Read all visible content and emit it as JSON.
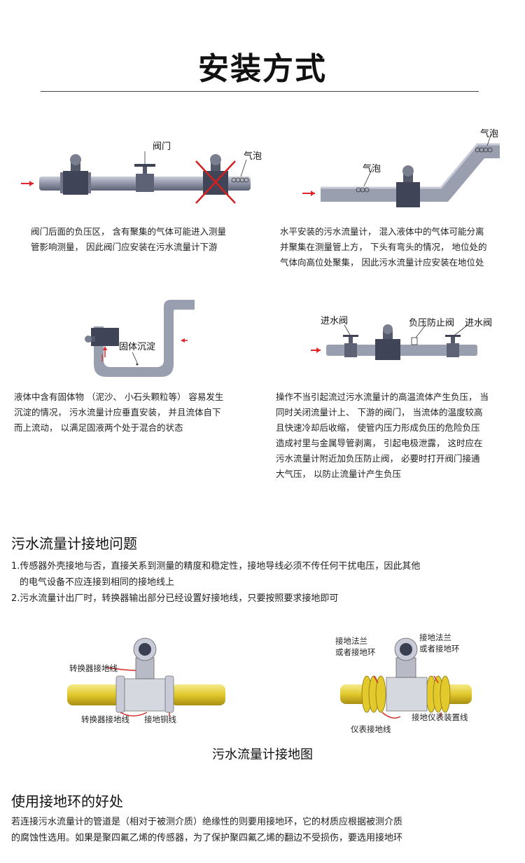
{
  "page": {
    "title": "安装方式"
  },
  "diagrams": {
    "d1": {
      "valve_label": "阀门",
      "bubble_label": "气泡",
      "caption_line1": "阀门后面的负压区， 含有聚集的气体可能进入测量",
      "caption_line2": "管影响测量， 因此阀门应安装在污水流量计下游"
    },
    "d2": {
      "bubble_label_top": "气泡",
      "bubble_label_mid": "气泡",
      "caption_line1": "水平安装的污水流量计， 混入液体中的气体可能分离",
      "caption_line2": "并聚集在测量管上方， 下头有弯头的情况， 地位处的",
      "caption_line3": "气体向高位处聚集， 因此污水流量计应安装在地位处"
    },
    "d3": {
      "solid_label": "固体沉淀",
      "caption_line1": "液体中含有固体物 （泥沙、 小石头颗粒等） 容易发生",
      "caption_line2": "沉淀的情况， 污水流量计应垂直安装， 并且流体自下",
      "caption_line3": "而上流动， 以满足固液两个处于混合的状态"
    },
    "d4": {
      "inlet_valve_left": "进水阀",
      "anti_negative_valve": "负压防止阀",
      "inlet_valve_right": "进水阀",
      "caption_line1": "操作不当引起流过污水流量计的高温流体产生负压， 当",
      "caption_line2": "同时关闭流量计上、 下游的阀门， 当流体的温度较高",
      "caption_line3": "且快速冷却后收缩， 使管内压力形成负压的危险负压",
      "caption_line4": "造成衬里与金属导管剥离， 引起电极泄露， 这时应在",
      "caption_line5": "污水流量计附近加负压防止阀， 必要时打开阀门接通",
      "caption_line6": "大气压， 以防止流量计产生负压"
    }
  },
  "grounding": {
    "heading": "污水流量计接地问题",
    "item1_line1": "1.传感器外壳接地与否，直接关系到测量的精度和稳定性，接地导线必须不传任何干扰电压，因此其他",
    "item1_line2": "的电气设备不应连接到相同的接地线上",
    "item2": "2.污水流量计出厂时，转换器输出部分已经设置好接地线，只要按照要求接地即可",
    "left_label_top": "转换器接地线",
    "left_label_bottom1": "转换器接地线",
    "left_label_bottom2": "接地铜线",
    "right_label_tl1": "接地法兰",
    "right_label_tl2": "或者接地环",
    "right_label_tr1": "接地法兰",
    "right_label_tr2": "或者接地环",
    "right_label_br": "接地仪表装置线",
    "right_label_b": "仪表接地线",
    "figure_caption": "污水流量计接地图"
  },
  "ring": {
    "heading": "使用接地环的好处",
    "line1": "若连接污水流量计的管道是（相对于被测介质）绝缘性的则要用接地环，它的材质应根据被测介质",
    "line2": "的腐蚀性选用。如果是聚四氟乙烯的传感器，为了保护聚四氟乙烯的翻边不受损伤，要选用接地环"
  },
  "colors": {
    "pipe": "#9a9fb0",
    "pipe_dark": "#6f7487",
    "meter_body": "#3f4456",
    "arrow": "#e0262b",
    "cross": "#d42020",
    "yellow_pipe": "#e8d23a",
    "ground_red": "#d83030"
  }
}
